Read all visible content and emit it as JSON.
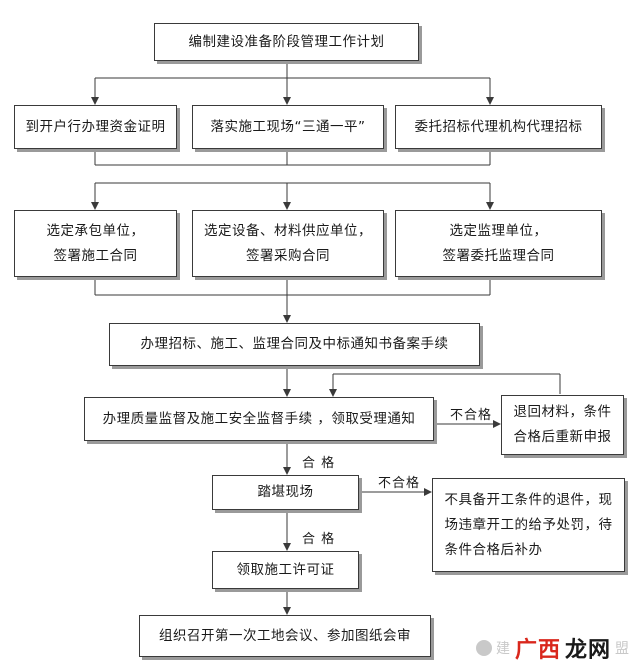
{
  "diagram": {
    "nodes": {
      "n1": "编制建设准备阶段管理工作计划",
      "n2a": "到开户行办理资金证明",
      "n2b": "落实施工现场“三通一平”",
      "n2c": "委托招标代理机构代理招标",
      "n3a": "选定承包单位，\n签署施工合同",
      "n3b": "选定设备、材料供应单位，\n签署采购合同",
      "n3c": "选定监理单位，\n签署委托监理合同",
      "n4": "办理招标、施工、监理合同及中标通知书备案手续",
      "n5": "办理质量监督及施工安全监督手续 ，领取受理通知",
      "n5r": "退回材料，条件\n合格后重新申报",
      "n6": "踏堪现场",
      "n6r": "不具备开工条件的退件，现\n场违章开工的给予处罚，待\n条件合格后补办",
      "n7": "领取施工许可证",
      "n8": "组织召开第一次工地会议、参加图纸会审"
    },
    "labels": {
      "fail1": "不合格",
      "pass1": "合 格",
      "fail2": "不合格",
      "pass2": "合 格"
    }
  },
  "watermark": {
    "faint": "建",
    "faint2": "盟",
    "strong": "广西",
    "mid": "龙网"
  },
  "colors": {
    "line": "#3a3a3a",
    "shadow": "#9a9a9a",
    "watermark_red": "#d9271c"
  }
}
